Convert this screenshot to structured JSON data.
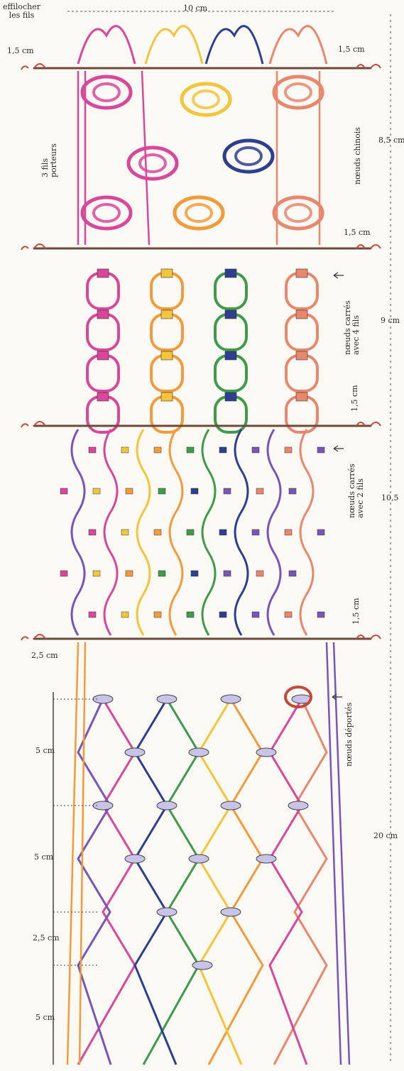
{
  "labels": {
    "top_width": "10 cm",
    "effilocher": "effilocher\nles fils",
    "margin_top_left": "1,5 cm",
    "margin_top_right": "1,5 cm",
    "porteurs": "3 fils\nporteurs",
    "noeuds_chinois": "nœuds chinois",
    "section1_height": "8,5 cm",
    "margin_2": "1,5 cm",
    "noeuds_4": "nœuds carrés\navec 4 fils",
    "section2_height": "9 cm",
    "margin_3": "1,5 cm",
    "noeuds_2": "nœuds carrés\navec 2 fils",
    "section3_height": "10,5",
    "margin_4": "1,5 cm",
    "noeuds_deportes": "nœuds déportés",
    "left_25a": "2,5 cm",
    "left_5a": "5 cm",
    "left_5b": "5 cm",
    "left_25b": "2,5 cm",
    "left_5c": "5 cm",
    "section4_height": "20 cm"
  },
  "colors": {
    "pink": "#d9479a",
    "violet": "#7a55b8",
    "yellow": "#f2c53d",
    "orange": "#f29a3c",
    "green": "#3f9a4a",
    "navy": "#2f3f8f",
    "salmon": "#e8876e",
    "bar": "#6b4a3a",
    "bar_end": "#c24a3a"
  },
  "bars_count": 4
}
